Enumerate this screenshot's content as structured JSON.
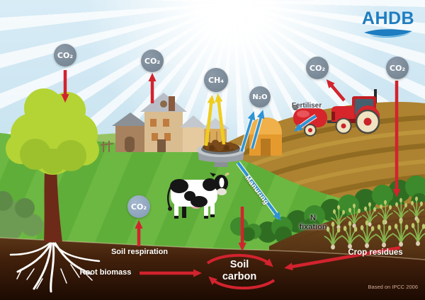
{
  "brand": {
    "name": "AHDB"
  },
  "bubbles": {
    "co2_tree": "CO₂",
    "co2_house": "CO₂",
    "ch4": "CH₄",
    "n2o": "N₂O",
    "co2_tractor": "CO₂",
    "co2_sky": "CO₂",
    "co2_soil": "CO₂"
  },
  "labels": {
    "fertiliser": "Fertiliser",
    "manuring": "Manuring",
    "soil_respiration": "Soil respiration",
    "root_biomass": "Root biomass",
    "soil_carbon_line1": "Soil",
    "soil_carbon_line2": "carbon",
    "n_fixation_line1": "N",
    "n_fixation_line2": "fixation",
    "crop_residues": "Crop residues",
    "attribution": "Based on IPCC 2006"
  },
  "colors": {
    "co2_bubble": "#7d8b99",
    "co2_soil_bubble": "#93a9c1",
    "red_arrow": "#d2232e",
    "yellow_arrow": "#f0cd1c",
    "blue_arrow": "#2f93d4",
    "logo_blue": "#1e7dc0",
    "grass": "#60ae3a",
    "ploughed_field": "#ad8230",
    "soil_dark": "#3a1e0c"
  }
}
